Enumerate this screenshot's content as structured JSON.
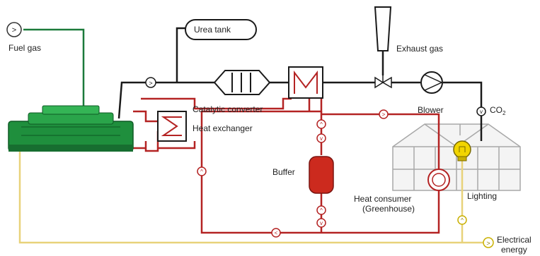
{
  "labels": {
    "fuel_gas": "Fuel gas",
    "urea_tank": "Urea tank",
    "exhaust_gas": "Exhaust gas",
    "catalytic_converter": "Catalytic converter",
    "heat_exchanger": "Heat exchanger",
    "blower": "Blower",
    "co2_main": "CO",
    "co2_sub": "2",
    "buffer": "Buffer",
    "heat_consumer_line1": "Heat consumer",
    "heat_consumer_line2": "(Greenhouse)",
    "lighting": "Lighting",
    "electrical_line1": "Electrical",
    "electrical_line2": "energy"
  },
  "colors": {
    "fuel_line": "#1b7a3a",
    "exhaust_line": "#1a1a1a",
    "heat_line": "#b42323",
    "electric_line": "#e8d27a",
    "engine": "#1f8f3d",
    "buffer": "#cc2a1e",
    "lamp": "#f2d500"
  },
  "icons": [
    "arrow-circle-icon",
    "engine-icon",
    "urea-tank-icon",
    "catalytic-converter-icon",
    "heat-exchanger-icon",
    "chimney-icon",
    "valve-icon",
    "blower-icon",
    "buffer-tank-icon",
    "heat-consumer-icon",
    "greenhouse-icon",
    "lamp-icon"
  ]
}
